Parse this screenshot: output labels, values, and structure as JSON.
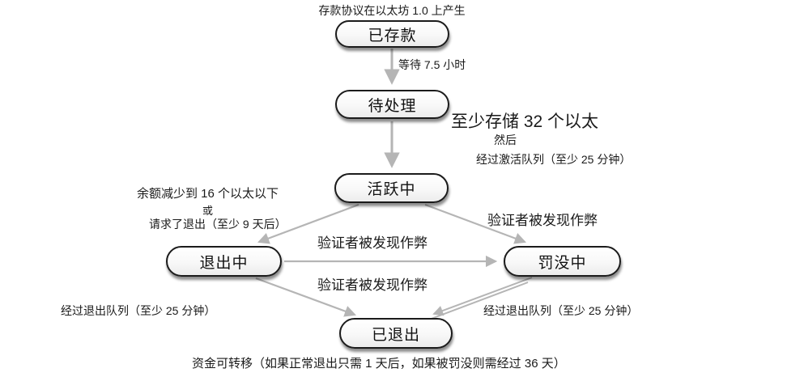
{
  "diagram": {
    "title_note_top": "存款协议在以太坊 1.0 上产生",
    "title_note_bottom": "资金可转移（如果正常退出只需 1 天后，如果被罚没则需经过 36 天）",
    "nodes": {
      "deposited": {
        "label": "已存款"
      },
      "pending": {
        "label": "待处理"
      },
      "active": {
        "label": "活跃中"
      },
      "exiting": {
        "label": "退出中"
      },
      "slashing": {
        "label": "罚没中"
      },
      "exited": {
        "label": "已退出"
      }
    },
    "edge_labels": {
      "wait_7_5_hours": "等待 7.5 小时",
      "stake_requirement": "至少存储 32 个以太",
      "then": "然后",
      "activation_queue": "经过激活队列（至少 25 分钟）",
      "balance_drop": "余额减少到 16 个以太以下",
      "or": "或",
      "requested_exit": "请求了退出（至少 9 天后）",
      "cheat_top_right": "验证者被发现作弊",
      "cheat_middle_upper": "验证者被发现作弊",
      "cheat_middle_lower": "验证者被发现作弊",
      "exit_queue_left": "经过退出队列（至少 25 分钟）",
      "exit_queue_right": "经过退出队列（至少 25 分钟）"
    },
    "colors": {
      "arrow": "#b5b5b5",
      "node_border": "#1b1b1b",
      "node_fill": "#ffffff",
      "text": "#1a1a1a"
    }
  }
}
